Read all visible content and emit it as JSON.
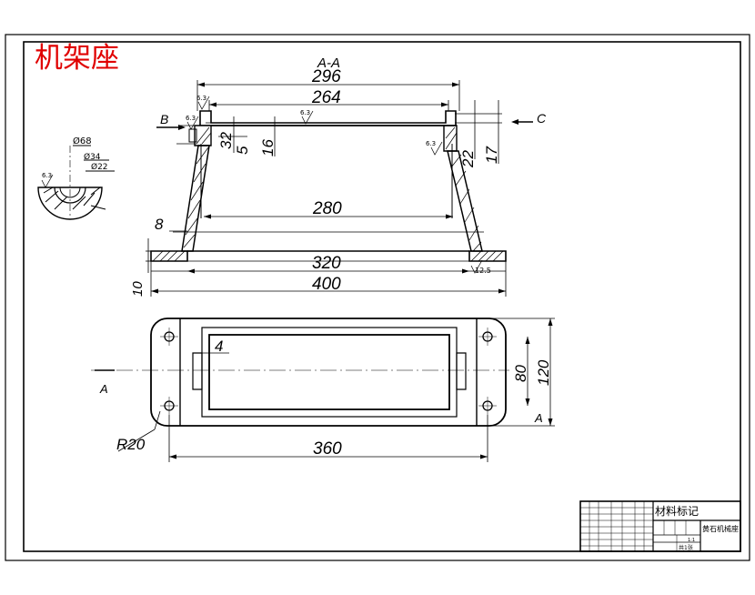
{
  "title": "机架座",
  "section_label": "A-A",
  "view_markers": {
    "b": "B",
    "c": "C",
    "a_left": "A",
    "a_right": "A"
  },
  "dimensions": {
    "d296": "296",
    "d264": "264",
    "d280": "280",
    "d320": "320",
    "d400": "400",
    "d8": "8",
    "d10": "10",
    "d32": "32",
    "d5": "5",
    "d16": "16",
    "d22": "22",
    "d17": "17",
    "d4": "4",
    "d80": "80",
    "d120": "120",
    "d360": "360",
    "r20": "R20"
  },
  "roughness": {
    "r63a": "6.3",
    "r63b": "6.3",
    "r63c": "6.3",
    "r63d": "6.3",
    "r125": "12.5"
  },
  "detail": {
    "phi68": "Ø68",
    "phi34": "Ø34",
    "phi22": "Ø22",
    "r63": "6.3"
  },
  "title_block": {
    "material_mark": "材料标记",
    "part_name": "黄石机械座",
    "ratio": "1:1",
    "sheet": "共1张"
  },
  "colors": {
    "title": "#e00000",
    "line": "#000000",
    "paper": "#ffffff"
  }
}
